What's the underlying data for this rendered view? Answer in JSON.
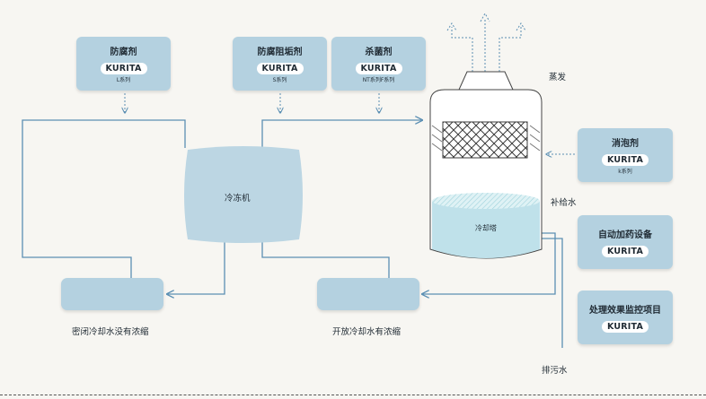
{
  "chemicals": {
    "anticorrosive": {
      "title": "防腐剂",
      "brand": "KURITA",
      "series": "L系列"
    },
    "anticorrosive_scale": {
      "title": "防腐阻垢剂",
      "brand": "KURITA",
      "series": "S系列"
    },
    "biocide": {
      "title": "杀菌剂",
      "brand": "KURITA",
      "series": "NT系列F系列"
    },
    "defoamer": {
      "title": "消泡剂",
      "brand": "KURITA",
      "series": "k系列"
    }
  },
  "equipment": {
    "auto_dosing": {
      "title": "自动加药设备",
      "brand": "KURITA"
    },
    "monitoring": {
      "title": "处理效果监控项目",
      "brand": "KURITA"
    }
  },
  "nodes": {
    "chiller": "冷冻机",
    "cooling_tower": "冷却塔",
    "closed_loop": "密闭冷却水没有浓缩",
    "open_loop": "开放冷却水有浓缩"
  },
  "flows": {
    "evaporation": "蒸发",
    "makeup_water": "补给水",
    "blowdown": "排污水"
  },
  "colors": {
    "box_fill": "#b4d1e0",
    "line": "#5b8fb3",
    "background": "#f7f6f2"
  }
}
